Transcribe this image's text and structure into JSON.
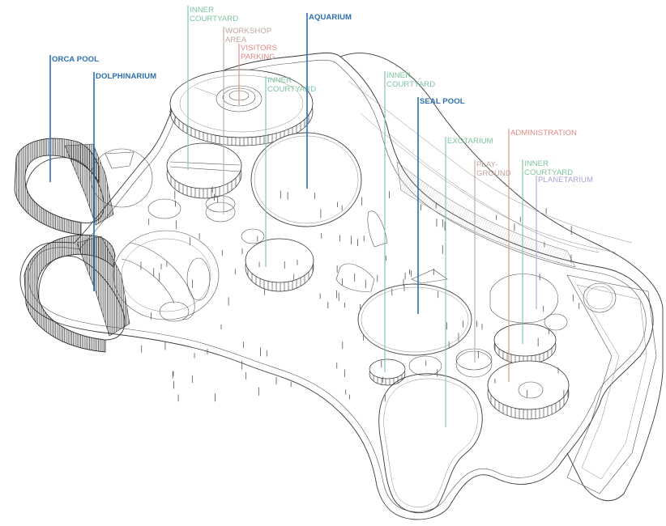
{
  "title": "Aquatic park axonometric site plan",
  "colors": {
    "blue": "#2b6fb0",
    "green": "#7cc4a0",
    "red": "#e08a84",
    "tan": "#c0a49a",
    "purple": "#a7a4d4"
  },
  "labels": [
    {
      "id": "orca-pool",
      "lines": [
        "ORCA POOL"
      ],
      "color": "blue",
      "bold": true
    },
    {
      "id": "dolphinarium",
      "lines": [
        "DOLPHINARIUM"
      ],
      "color": "blue",
      "bold": true
    },
    {
      "id": "inner-courtyard-1",
      "lines": [
        "INNER",
        "COURTYARD"
      ],
      "color": "green",
      "bold": false
    },
    {
      "id": "workshop-area",
      "lines": [
        "WORKSHOP",
        "AREA"
      ],
      "color": "tan",
      "bold": false
    },
    {
      "id": "visitors-parking",
      "lines": [
        "VISITORS",
        "PARKING"
      ],
      "color": "red",
      "bold": false
    },
    {
      "id": "inner-courtyard-2",
      "lines": [
        "INNER",
        "COURTYARD"
      ],
      "color": "green",
      "bold": false
    },
    {
      "id": "aquarium",
      "lines": [
        "AQUARIUM"
      ],
      "color": "blue",
      "bold": true
    },
    {
      "id": "inner-courtyard-3",
      "lines": [
        "INNER",
        "COURTYARD"
      ],
      "color": "green",
      "bold": false
    },
    {
      "id": "seal-pool",
      "lines": [
        "SEAL POOL"
      ],
      "color": "blue",
      "bold": true
    },
    {
      "id": "exotarium",
      "lines": [
        "EXOTARIUM"
      ],
      "color": "green",
      "bold": false
    },
    {
      "id": "administration",
      "lines": [
        "ADMINISTRATION"
      ],
      "color": "red",
      "bold": false
    },
    {
      "id": "playground",
      "lines": [
        "PLAY-",
        "GROUND"
      ],
      "color": "tan",
      "bold": false
    },
    {
      "id": "inner-courtyard-4",
      "lines": [
        "INNER",
        "COURTYARD"
      ],
      "color": "green",
      "bold": false
    },
    {
      "id": "planetarium",
      "lines": [
        "PLANETARIUM"
      ],
      "color": "purple",
      "bold": false
    }
  ]
}
